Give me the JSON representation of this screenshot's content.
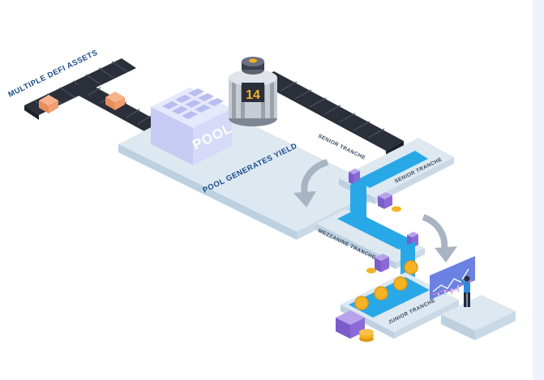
{
  "labels": {
    "multiple_defi_assets": "MULTIPLE DEFI ASSETS",
    "pool": "POOL",
    "pool_generates_yield": "POOL GENERATES YIELD",
    "senior_tranche_1": "SENIOR TRANCHE",
    "senior_tranche_2": "SENIOR TRANCHE",
    "mezzanine_tranche": "MEZZANINE TRANCHE",
    "junior_tranche": "JUNIOR TRANCHE",
    "machine_number": "14"
  },
  "colors": {
    "platform": "#d9e6f0",
    "platform_side": "#b7cbdc",
    "belt": "#2a2f3a",
    "pool_box": "#cfd2f7",
    "water": "#29a8e8",
    "coin": "#f5b325",
    "purple_box": "#8a6ad6",
    "arrow": "#a9b4c2"
  },
  "icons": [
    "cog-machine-icon",
    "coin-icon",
    "chart-screen-icon",
    "person-icon",
    "curved-arrow-icon"
  ]
}
